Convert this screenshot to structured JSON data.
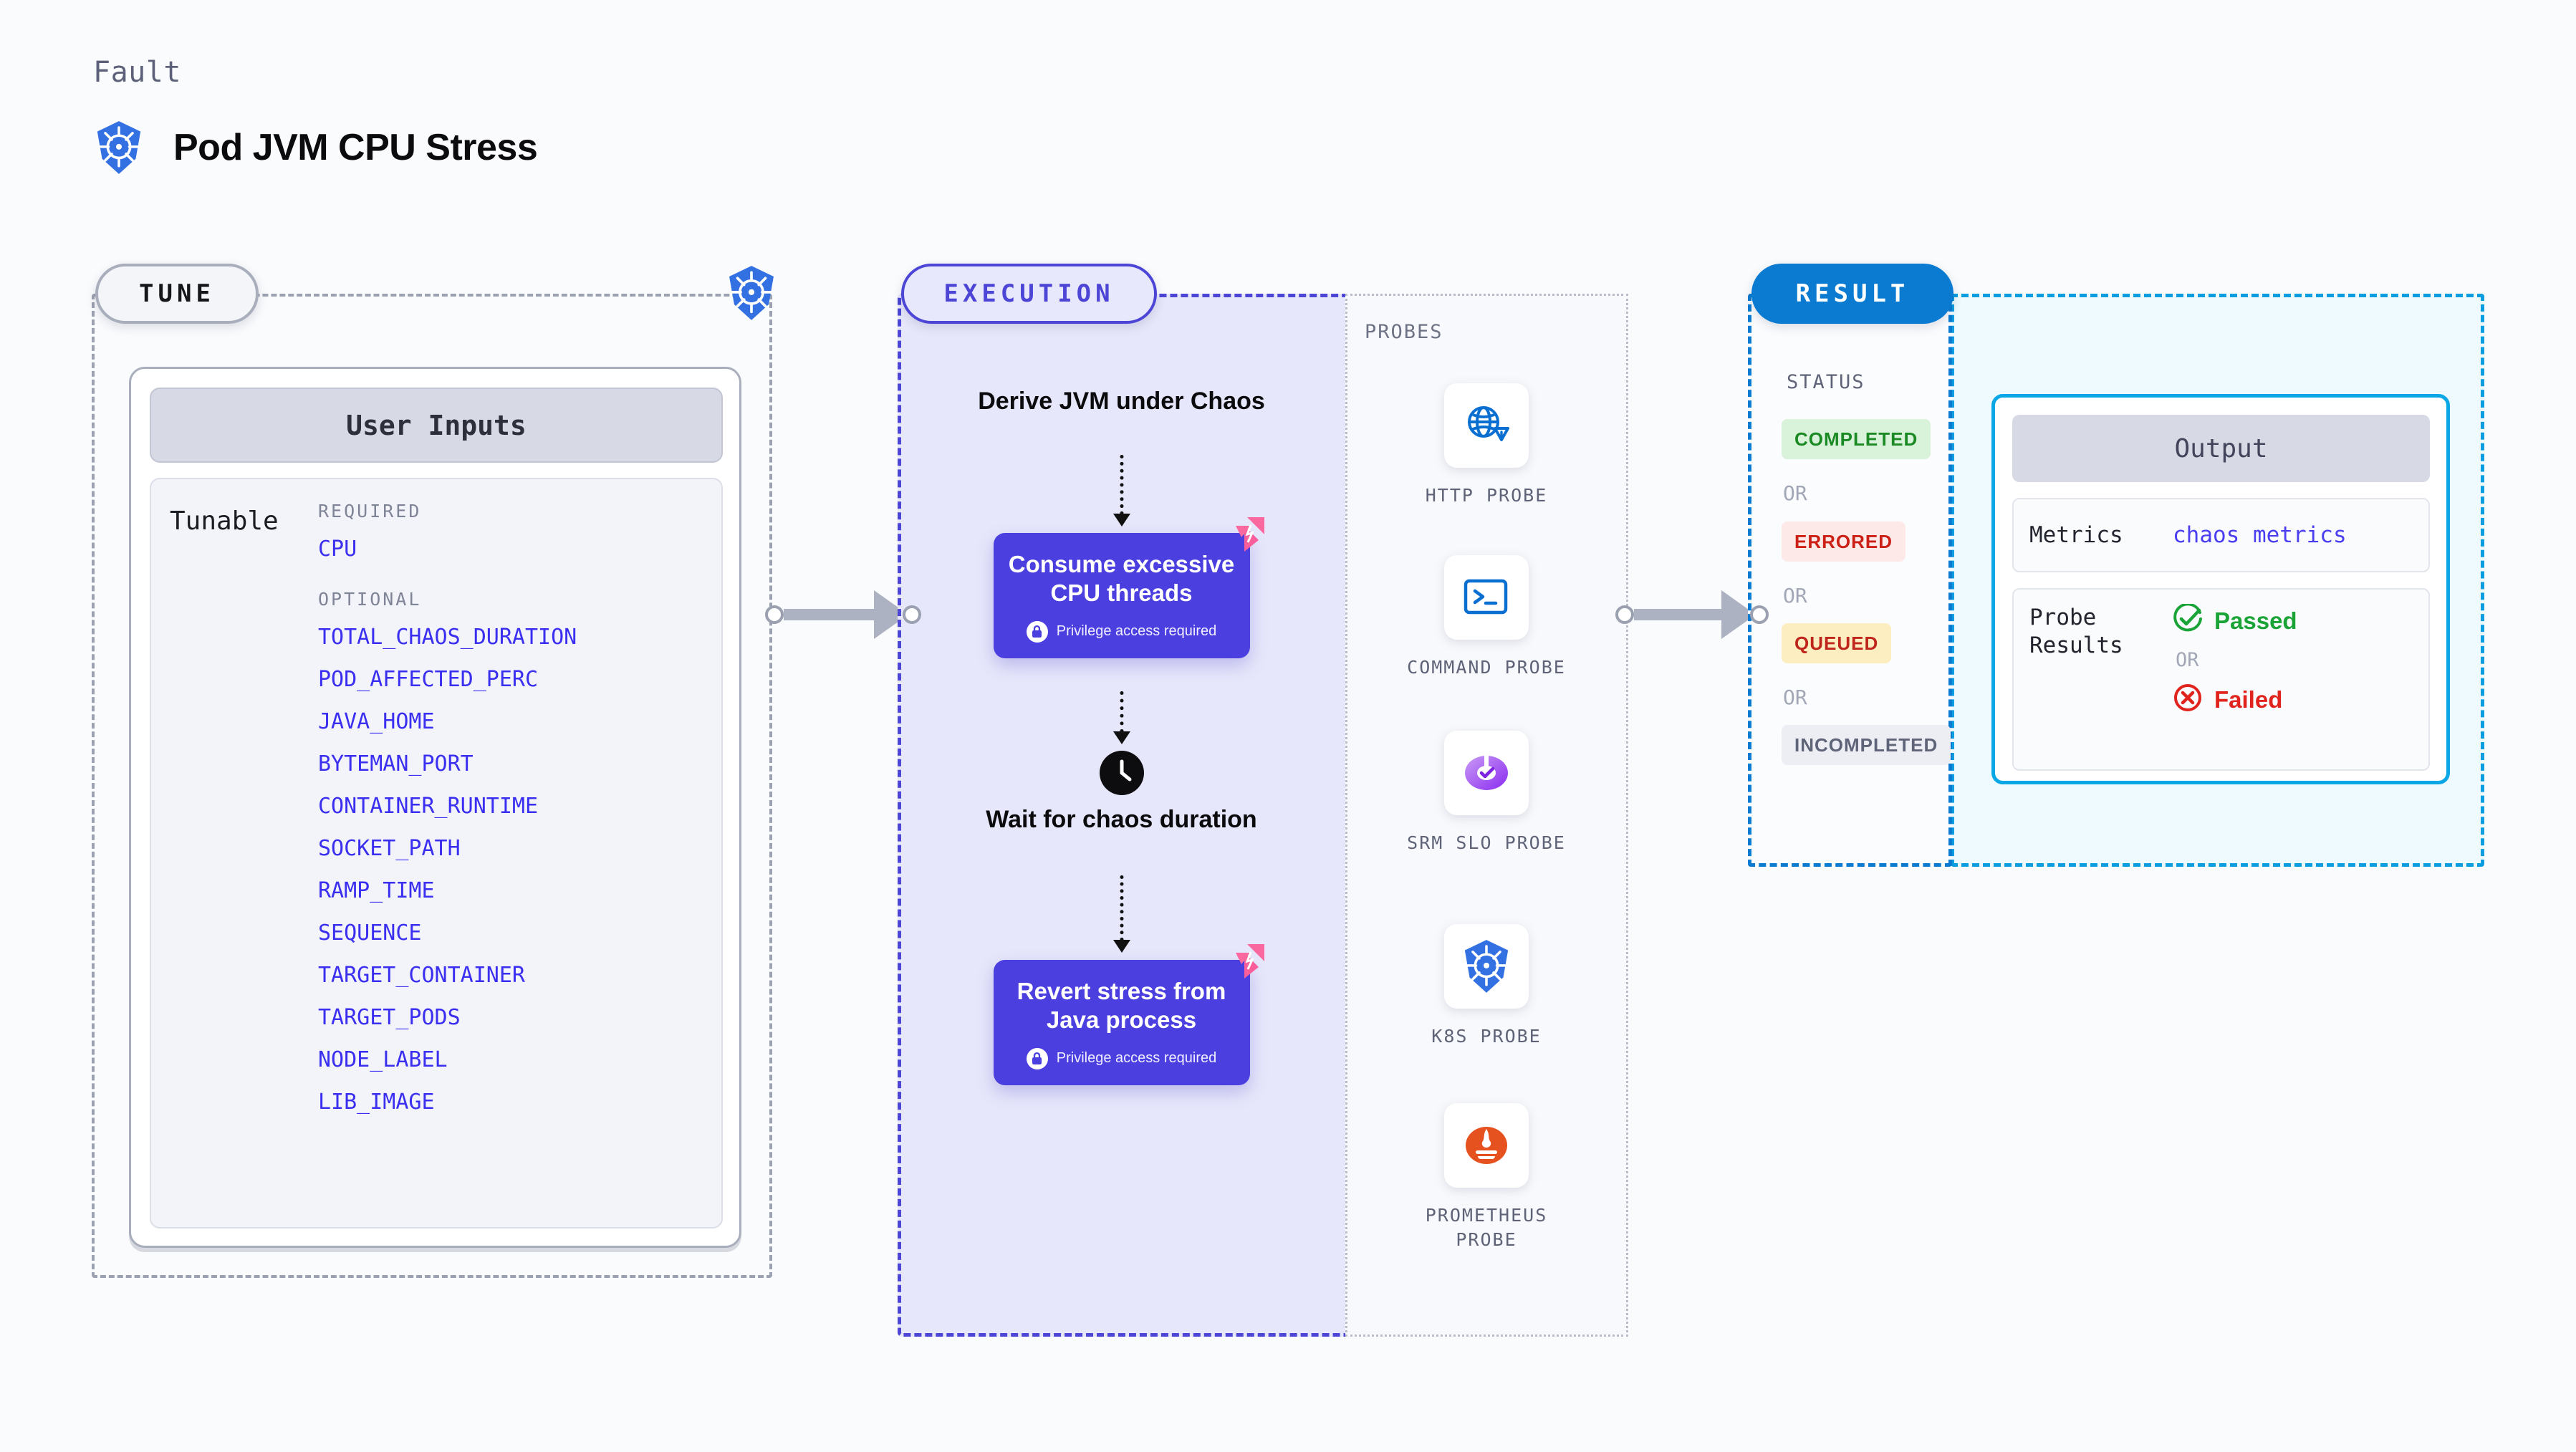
{
  "header": {
    "kicker": "Fault",
    "title": "Pod JVM CPU Stress",
    "icon": "kubernetes-icon"
  },
  "tune": {
    "pill_label": "TUNE",
    "border_icon": "kubernetes-icon",
    "card": {
      "title": "User Inputs",
      "row_label": "Tunable",
      "groups": [
        {
          "heading": "REQUIRED",
          "params": [
            "CPU"
          ]
        },
        {
          "heading": "OPTIONAL",
          "params": [
            "TOTAL_CHAOS_DURATION",
            "POD_AFFECTED_PERC",
            "JAVA_HOME",
            "BYTEMAN_PORT",
            "CONTAINER_RUNTIME",
            "SOCKET_PATH",
            "RAMP_TIME",
            "SEQUENCE",
            "TARGET_CONTAINER",
            "TARGET_PODS",
            "NODE_LABEL",
            "LIB_IMAGE"
          ]
        }
      ]
    }
  },
  "execution": {
    "pill_label": "EXECUTION",
    "steps": [
      {
        "kind": "text",
        "label": "Derive JVM under Chaos"
      },
      {
        "kind": "card",
        "label": "Consume excessive CPU threads",
        "note": "Privilege access required",
        "note_icon": "lock-icon",
        "corner_icon": "harness-logo-icon"
      },
      {
        "kind": "text",
        "label": "Wait for chaos duration",
        "icon": "clock-icon"
      },
      {
        "kind": "card",
        "label": "Revert stress from Java process",
        "note": "Privilege access required",
        "note_icon": "lock-icon",
        "corner_icon": "harness-logo-icon"
      }
    ]
  },
  "probes": {
    "section_label": "PROBES",
    "items": [
      {
        "label": "HTTP PROBE",
        "icon": "globe-warning-icon"
      },
      {
        "label": "COMMAND PROBE",
        "icon": "terminal-icon"
      },
      {
        "label": "SRM SLO PROBE",
        "icon": "slo-donut-check-icon"
      },
      {
        "label": "K8S PROBE",
        "icon": "kubernetes-icon"
      },
      {
        "label": "PROMETHEUS PROBE",
        "icon": "prometheus-icon"
      }
    ]
  },
  "result": {
    "pill_label": "RESULT",
    "status_label": "STATUS",
    "or_label": "OR",
    "statuses": [
      {
        "label": "COMPLETED",
        "bg": "#d9f2da",
        "fg": "#1b8a24"
      },
      {
        "label": "ERRORED",
        "bg": "#fce9e8",
        "fg": "#cc2017"
      },
      {
        "label": "QUEUED",
        "bg": "#fdeec2",
        "fg": "#c0251c"
      },
      {
        "label": "INCOMPLETED",
        "bg": "#eceef4",
        "fg": "#5f6478"
      }
    ]
  },
  "output": {
    "title": "Output",
    "rows": [
      {
        "key": "Metrics",
        "value": "chaos metrics",
        "value_kind": "link"
      },
      {
        "key": "Probe Results",
        "value_kind": "probe-results",
        "pass_label": "Passed",
        "fail_label": "Failed",
        "or_label": "OR",
        "pass_icon": "check-circle-icon",
        "fail_icon": "x-circle-icon"
      }
    ]
  },
  "colors": {
    "tune_border": "#9ba1b0",
    "execution_accent": "#4c45d6",
    "execution_bg": "#e7e7fb",
    "result_accent": "#0a7bd1",
    "output_accent": "#0aa7e6",
    "param_link": "#3a2ef0",
    "card_purple": "#4c3fe0",
    "harness_pink": "#f9699f",
    "k8s_blue": "#3371e3"
  }
}
